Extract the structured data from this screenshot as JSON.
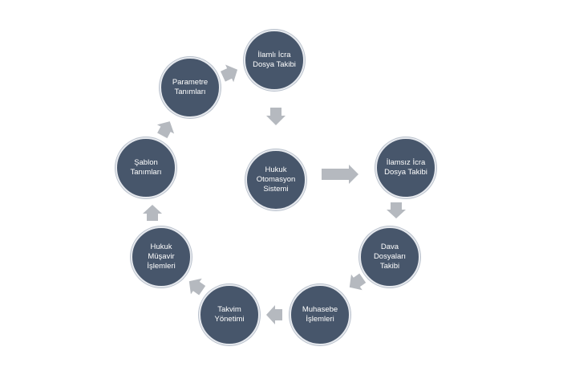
{
  "diagram": {
    "colors": {
      "node_fill": "#47566b",
      "node_text": "#ffffff",
      "arrow": "#b5b9bf",
      "background": "#ffffff"
    },
    "center": {
      "label": "Hukuk\nOtomasyon\nSistemi"
    },
    "nodes": [
      {
        "id": "ilamli-icra",
        "label": "İlamlı İcra\nDosya Takibi"
      },
      {
        "id": "ilamsiz-icra",
        "label": "İlamsız İcra\nDosya Takibi"
      },
      {
        "id": "dava-dosyalari",
        "label": "Dava\nDosyaları\nTakibi"
      },
      {
        "id": "muhasebe",
        "label": "Muhasebe\nİşlemleri"
      },
      {
        "id": "takvim",
        "label": "Takvim\nYönetimi"
      },
      {
        "id": "hukuk-musavir",
        "label": "Hukuk\nMüşavir\nİşlemleri"
      },
      {
        "id": "sablon",
        "label": "Şablon\nTanımları"
      },
      {
        "id": "parametre",
        "label": "Parametre\nTanımları"
      }
    ]
  }
}
